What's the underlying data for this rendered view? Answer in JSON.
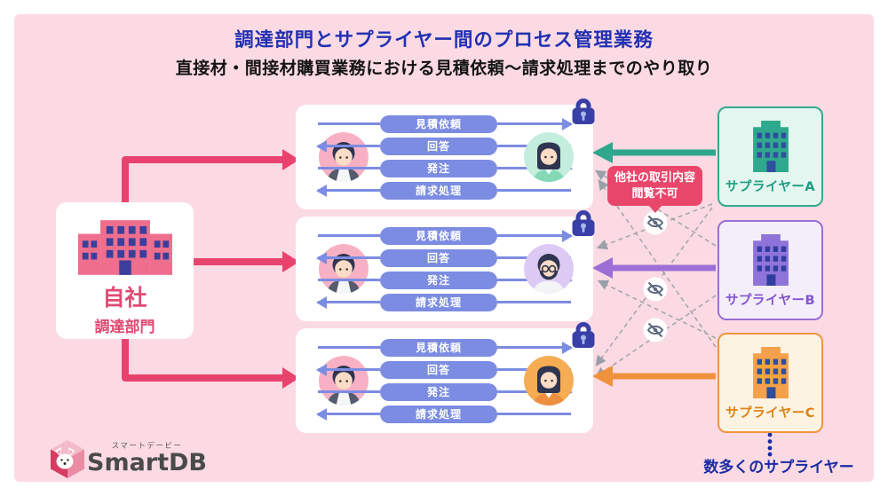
{
  "header": {
    "title": "調達部門とサプライヤー間のプロセス管理業務",
    "subtitle": "直接材・間接材購買業務における見積依頼〜請求処理までのやり取り"
  },
  "company": {
    "name": "自社",
    "department": "調達部門"
  },
  "process": {
    "steps": [
      {
        "label": "見積依頼",
        "direction": "right"
      },
      {
        "label": "回答",
        "direction": "left"
      },
      {
        "label": "発注",
        "direction": "right"
      },
      {
        "label": "請求処理",
        "direction": "left"
      }
    ]
  },
  "suppliers": [
    {
      "label": "サプライヤーA",
      "color": "#2FA98D"
    },
    {
      "label": "サプライヤーB",
      "color": "#9C6FD6"
    },
    {
      "label": "サプライヤーC",
      "color": "#F0923C"
    }
  ],
  "privacy_badge": {
    "line1": "他社の取引内容",
    "line2": "閲覧不可"
  },
  "more_suppliers_label": "数多くのサプライヤー",
  "logo": {
    "ruby": "スマートデービー",
    "name": "SmartDB"
  },
  "icons": {
    "lock": "lock-icon",
    "eye_off": "eye-off-icon",
    "company_building": "building-icon",
    "supplier_building": "building-icon"
  },
  "colors": {
    "background": "#FBDAE3",
    "title_blue": "#2230B2",
    "accent_pink": "#E8436E",
    "pill_periwinkle": "#7C8CE2",
    "lock_indigo": "#383FA6",
    "badge_red": "#E8476B",
    "navy_text": "#1B2BA4"
  }
}
